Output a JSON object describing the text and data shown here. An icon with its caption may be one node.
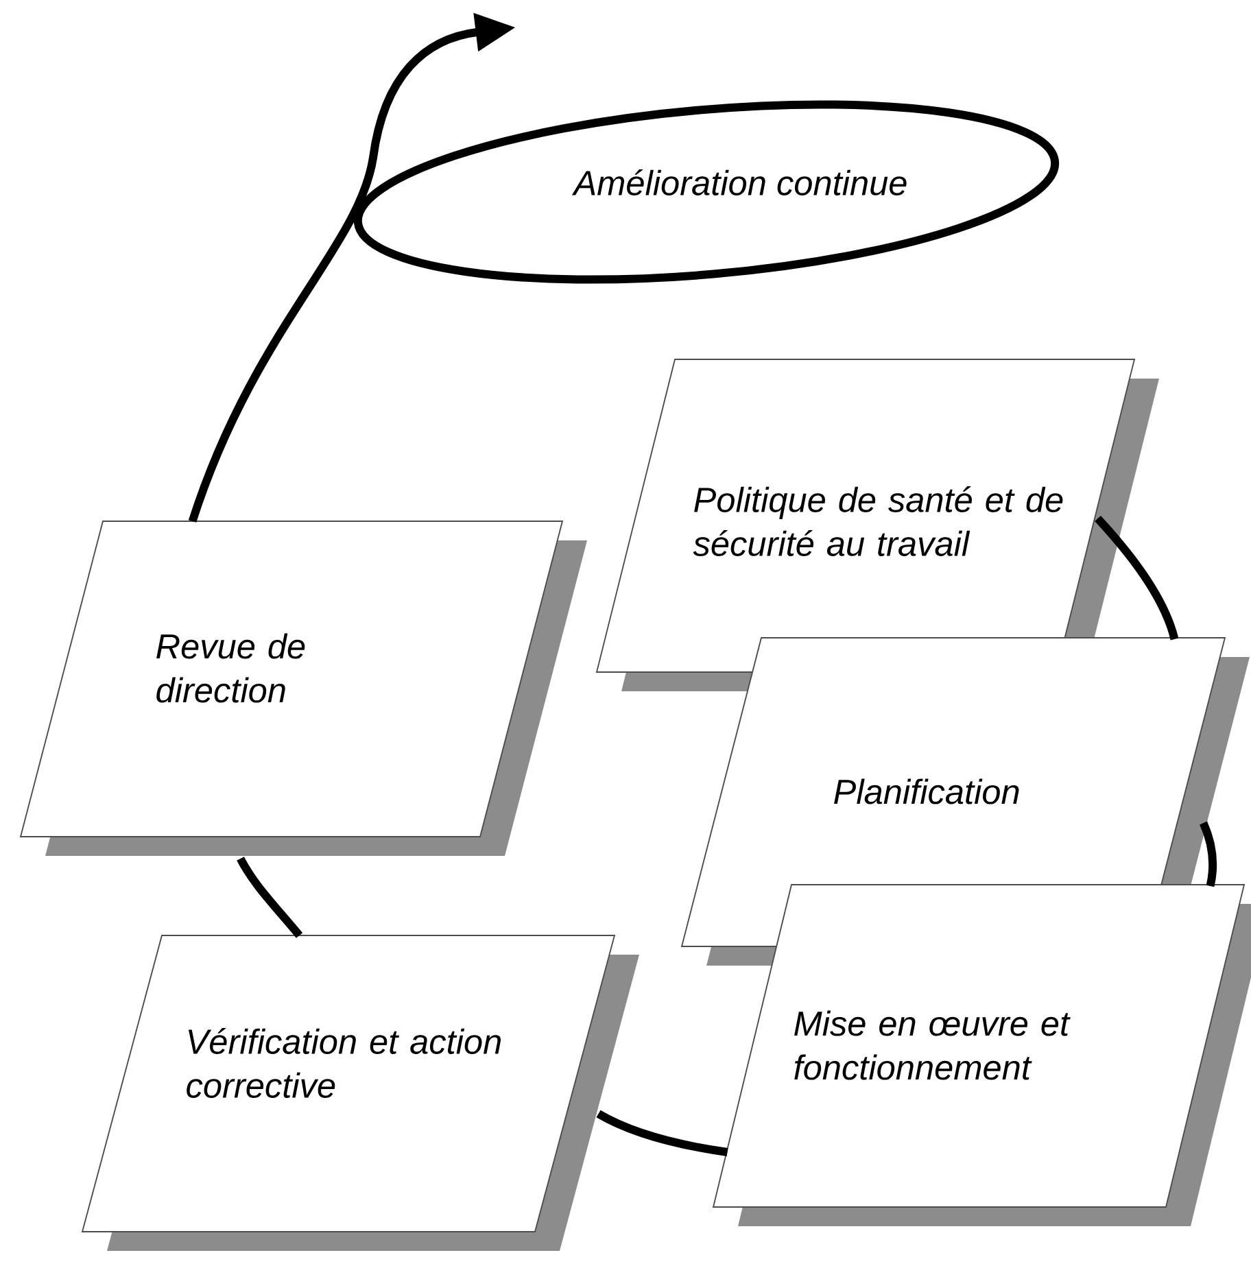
{
  "diagram": {
    "nodes": [
      {
        "text": [
          "Amélioration continue"
        ]
      },
      {
        "text": [
          "Politique de santé et de sécurité au travail"
        ]
      },
      {
        "text": [
          "Planification"
        ]
      },
      {
        "text": [
          "Mise en œuvre et fonctionnement"
        ]
      },
      {
        "text": [
          "Vérification et action corrective"
        ]
      },
      {
        "text": [
          "Revue de direction"
        ]
      }
    ],
    "edges": [
      {
        "from": 1,
        "to": 2,
        "arrow": "none"
      },
      {
        "from": 2,
        "to": 3,
        "arrow": "none"
      },
      {
        "from": 3,
        "to": 4,
        "arrow": "none"
      },
      {
        "from": 4,
        "to": 5,
        "arrow": "none"
      },
      {
        "from": 5,
        "to": null,
        "arrow": "to"
      }
    ]
  }
}
